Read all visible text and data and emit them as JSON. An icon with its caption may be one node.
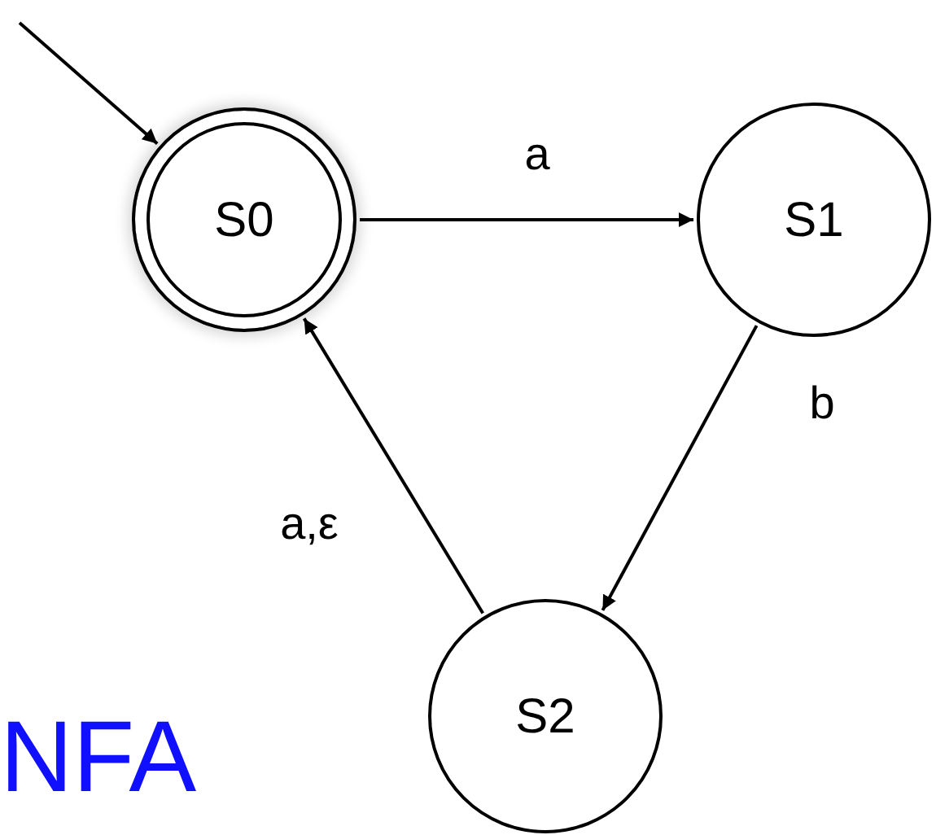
{
  "diagram": {
    "title": "NFA",
    "nodes": [
      {
        "text": [
          "S0"
        ]
      },
      {
        "text": [
          "S1"
        ]
      },
      {
        "text": [
          "S2"
        ]
      }
    ],
    "edges": [
      {
        "from": null,
        "to": 0,
        "arrow": "to"
      },
      {
        "from": 0,
        "to": 1,
        "label": "a",
        "arrow": "to"
      },
      {
        "from": 1,
        "to": 2,
        "label": "b",
        "arrow": "to"
      },
      {
        "from": 2,
        "to": 0,
        "label": "a,ε",
        "arrow": "to"
      }
    ]
  }
}
